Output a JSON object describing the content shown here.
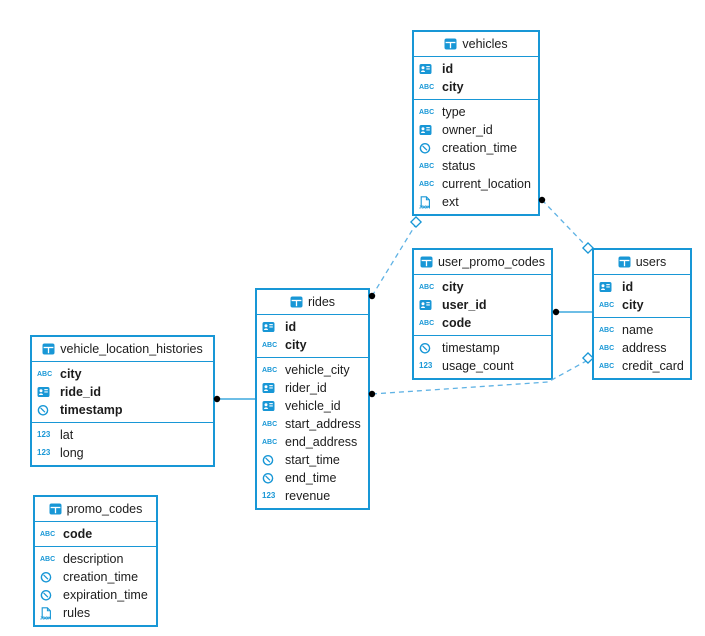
{
  "diagram": {
    "kind": "entity-relationship-diagram",
    "background": "#ffffff"
  },
  "colors": {
    "accent": "#1897d6",
    "dashed_line": "#5fb2e4",
    "endpoint_dot": "#000000",
    "text": "#1c1c1c"
  },
  "icons": {
    "header": "table-icon",
    "id": "person-card-icon",
    "timestamp": "clock-icon",
    "json": "json-document-icon",
    "string_glyph": "ABC",
    "number_glyph": "123",
    "json_glyph": "JSON"
  },
  "tables": [
    {
      "title": "vehicles",
      "fields": [
        {
          "name": "id",
          "type": "id",
          "pk": true
        },
        {
          "name": "city",
          "type": "string",
          "pk": true
        },
        {
          "name": "type",
          "type": "string",
          "pk": false
        },
        {
          "name": "owner_id",
          "type": "id",
          "pk": false
        },
        {
          "name": "creation_time",
          "type": "timestamp",
          "pk": false
        },
        {
          "name": "status",
          "type": "string",
          "pk": false
        },
        {
          "name": "current_location",
          "type": "string",
          "pk": false
        },
        {
          "name": "ext",
          "type": "json",
          "pk": false
        }
      ]
    },
    {
      "title": "user_promo_codes",
      "fields": [
        {
          "name": "city",
          "type": "string",
          "pk": true
        },
        {
          "name": "user_id",
          "type": "id",
          "pk": true
        },
        {
          "name": "code",
          "type": "string",
          "pk": true
        },
        {
          "name": "timestamp",
          "type": "timestamp",
          "pk": false
        },
        {
          "name": "usage_count",
          "type": "number",
          "pk": false
        }
      ]
    },
    {
      "title": "users",
      "fields": [
        {
          "name": "id",
          "type": "id",
          "pk": true
        },
        {
          "name": "city",
          "type": "string",
          "pk": true
        },
        {
          "name": "name",
          "type": "string",
          "pk": false
        },
        {
          "name": "address",
          "type": "string",
          "pk": false
        },
        {
          "name": "credit_card",
          "type": "string",
          "pk": false
        }
      ]
    },
    {
      "title": "rides",
      "fields": [
        {
          "name": "id",
          "type": "id",
          "pk": true
        },
        {
          "name": "city",
          "type": "string",
          "pk": true
        },
        {
          "name": "vehicle_city",
          "type": "string",
          "pk": false
        },
        {
          "name": "rider_id",
          "type": "id",
          "pk": false
        },
        {
          "name": "vehicle_id",
          "type": "id",
          "pk": false
        },
        {
          "name": "start_address",
          "type": "string",
          "pk": false
        },
        {
          "name": "end_address",
          "type": "string",
          "pk": false
        },
        {
          "name": "start_time",
          "type": "timestamp",
          "pk": false
        },
        {
          "name": "end_time",
          "type": "timestamp",
          "pk": false
        },
        {
          "name": "revenue",
          "type": "number",
          "pk": false
        }
      ]
    },
    {
      "title": "vehicle_location_histories",
      "fields": [
        {
          "name": "city",
          "type": "string",
          "pk": true
        },
        {
          "name": "ride_id",
          "type": "id",
          "pk": true
        },
        {
          "name": "timestamp",
          "type": "timestamp",
          "pk": true
        },
        {
          "name": "lat",
          "type": "number",
          "pk": false
        },
        {
          "name": "long",
          "type": "number",
          "pk": false
        }
      ]
    },
    {
      "title": "promo_codes",
      "fields": [
        {
          "name": "code",
          "type": "string",
          "pk": true
        },
        {
          "name": "description",
          "type": "string",
          "pk": false
        },
        {
          "name": "creation_time",
          "type": "timestamp",
          "pk": false
        },
        {
          "name": "expiration_time",
          "type": "timestamp",
          "pk": false
        },
        {
          "name": "rules",
          "type": "json",
          "pk": false
        }
      ]
    }
  ],
  "relations": [
    {
      "from": "vehicle_location_histories",
      "to": "rides",
      "style": "solid"
    },
    {
      "from": "user_promo_codes",
      "to": "users",
      "style": "solid"
    },
    {
      "from": "rides",
      "to": "vehicles",
      "style": "dashed"
    },
    {
      "from": "rides",
      "to": "users",
      "style": "dashed"
    },
    {
      "from": "vehicles",
      "to": "users",
      "style": "dashed"
    }
  ]
}
